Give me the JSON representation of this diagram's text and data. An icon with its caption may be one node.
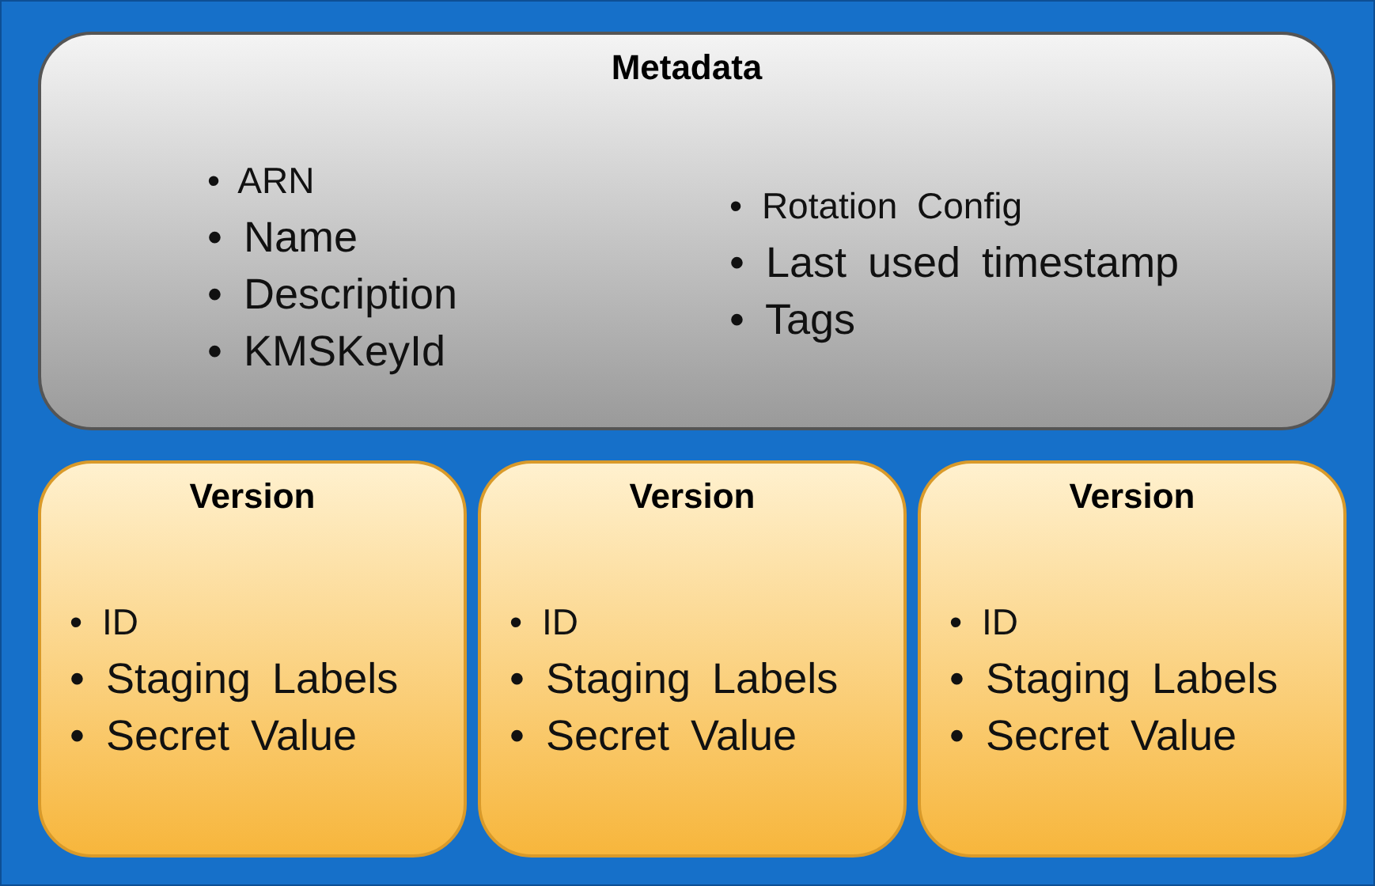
{
  "diagram": {
    "nodes": [
      {
        "text": [
          "Metadata",
          "• ARN",
          "• Name",
          "• Description",
          "• KMSKeyId",
          "• Rotation Config",
          "• Last used timestamp",
          "• Tags"
        ]
      },
      {
        "text": [
          "Version",
          "• ID",
          "• Staging Labels",
          "• Secret Value"
        ]
      },
      {
        "text": [
          "Version",
          "• ID",
          "• Staging Labels",
          "• Secret Value"
        ]
      },
      {
        "text": [
          "Version",
          "• ID",
          "• Staging Labels",
          "• Secret Value"
        ]
      }
    ]
  }
}
